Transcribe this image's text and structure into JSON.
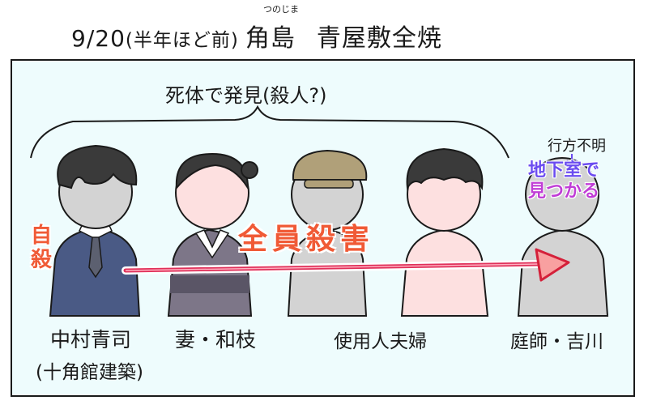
{
  "header": {
    "date": "9/20",
    "date_note": "(半年ほど前)",
    "place": "角島",
    "place_ruby": "つのじま",
    "event": "青屋敷全焼"
  },
  "panel": {
    "found_dead_label": "死体で発見(殺人?)",
    "missing_label": "行方不明",
    "basement_note_line1": "地下室で",
    "basement_note_line2": "見つかる",
    "suicide_label": "自殺",
    "all_killed_label": "全員殺害",
    "colors": {
      "panel_bg": "#eefcfd",
      "arrow": "#e0305a",
      "highlight_text": "#f05a36",
      "basement_text": "#6b4cf0",
      "suit": "#4a5a85",
      "kimono": "#7d7688",
      "face_gray": "#d3d3d3",
      "face_pink": "#fde0e0",
      "hair": "#3a3a3a",
      "cap": "#b0a079"
    }
  },
  "characters": [
    {
      "name": "中村青司",
      "note": "(十角館建築)"
    },
    {
      "name": "妻・和枝",
      "note": ""
    },
    {
      "name": "使用人夫婦",
      "note": ""
    },
    {
      "name": "庭師・吉川",
      "note": ""
    }
  ]
}
